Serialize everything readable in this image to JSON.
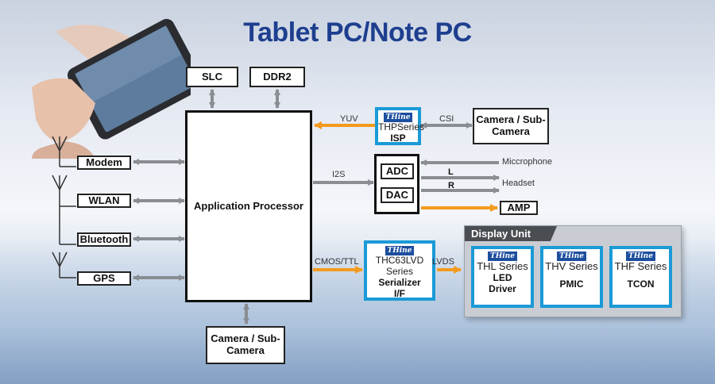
{
  "title": "Tablet PC/Note PC",
  "blocks": {
    "slc": "SLC",
    "ddr2": "DDR2",
    "app_processor": "Application Processor",
    "modem": "Modem",
    "wlan": "WLAN",
    "bluetooth": "Bluetooth",
    "gps": "GPS",
    "camera_top": "Camera / Sub-Camera",
    "camera_bottom": "Camera / Sub-Camera",
    "adc": "ADC",
    "dac": "DAC",
    "amp": "AMP"
  },
  "thine_brand": "THine",
  "isp": {
    "series": "THPSeries",
    "name": "ISP"
  },
  "serializer": {
    "series_line1": "THC63LVD",
    "series_line2": "Series",
    "name_line1": "Serializer",
    "name_line2": "I/F"
  },
  "display_unit": {
    "header": "Display Unit",
    "cards": [
      {
        "series": "THL Series",
        "name_line1": "LED",
        "name_line2": "Driver"
      },
      {
        "series": "THV Series",
        "name_line1": "PMIC",
        "name_line2": ""
      },
      {
        "series": "THF Series",
        "name_line1": "TCON",
        "name_line2": ""
      }
    ]
  },
  "labels": {
    "yuv": "YUV",
    "csi": "CSI",
    "i2s": "I2S",
    "microphone": "Miccrophone",
    "l": "L",
    "r": "R",
    "headset": "Headset",
    "cmos": "CMOS/TTL",
    "lvds": "LVDS"
  },
  "colors": {
    "accent_orange": "#f39a1e",
    "thine_blue": "#1a9ad6",
    "title_blue": "#1e3f8f",
    "arrow_gray": "#8a8d92"
  }
}
